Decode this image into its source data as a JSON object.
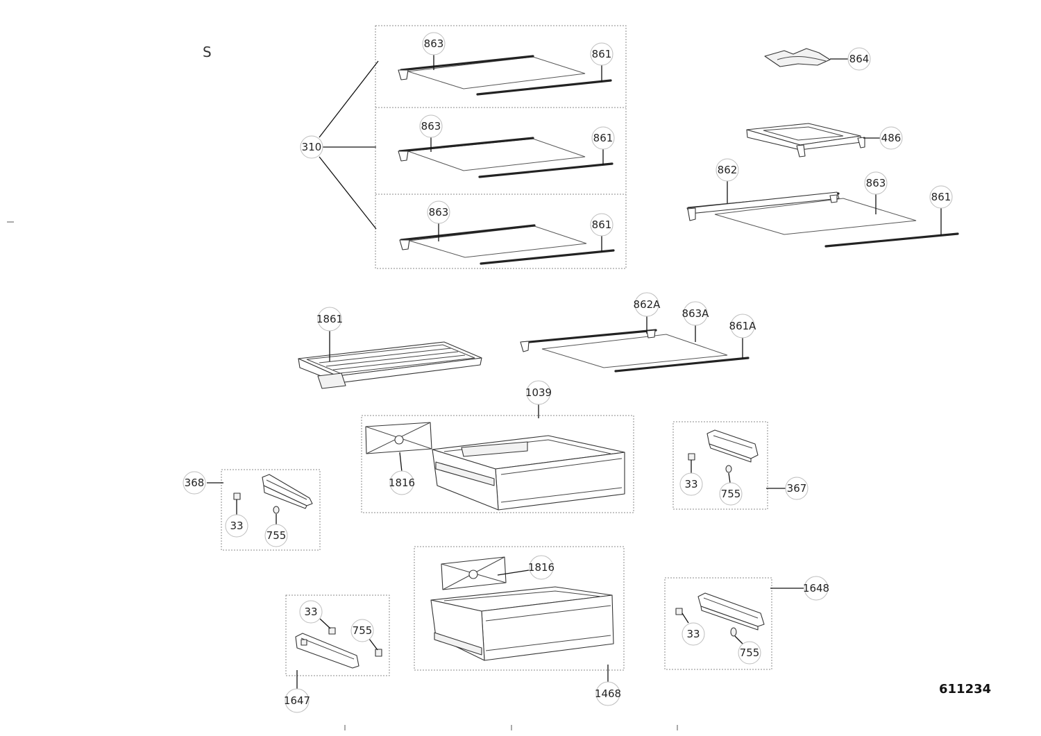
{
  "section_letter": "S",
  "drawing_number": "611234",
  "callouts": {
    "c863_a": "863",
    "c861_a": "861",
    "c863_b": "863",
    "c861_b": "861",
    "c863_c": "863",
    "c861_c": "861",
    "c310": "310",
    "c864": "864",
    "c486": "486",
    "c862": "862",
    "c863_d": "863",
    "c861_d": "861",
    "c1861": "1861",
    "c862A": "862A",
    "c863A": "863A",
    "c861A": "861A",
    "c1039": "1039",
    "c1816_a": "1816",
    "c368": "368",
    "c33_a": "33",
    "c755_a": "755",
    "c33_b": "33",
    "c755_b": "755",
    "c367": "367",
    "c1816_b": "1816",
    "c1468": "1468",
    "c33_c": "33",
    "c755_c": "755",
    "c1647": "1647",
    "c1648": "1648",
    "c33_d": "33",
    "c755_d": "755"
  }
}
